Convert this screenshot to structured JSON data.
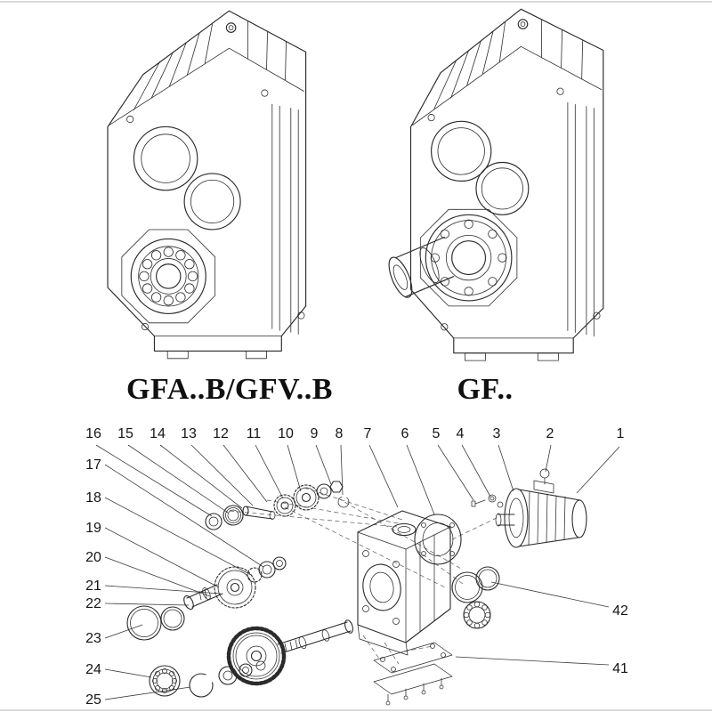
{
  "page": {
    "background": "#ffffff",
    "line_color": "#2b2b2b",
    "description": "Gear reducer catalog drawing with two isometric gearbox views and an exploded parts diagram"
  },
  "labels": {
    "left_model": "GFA..B/GFV..B",
    "right_model": "GF.."
  },
  "callouts": {
    "top": [
      "16",
      "15",
      "14",
      "13",
      "12",
      "11",
      "10",
      "9",
      "8",
      "7",
      "6",
      "5",
      "4",
      "3",
      "2",
      "1"
    ],
    "left": [
      "17",
      "18",
      "19",
      "20",
      "21",
      "22",
      "23",
      "24",
      "25"
    ],
    "right": [
      "42",
      "41"
    ]
  }
}
